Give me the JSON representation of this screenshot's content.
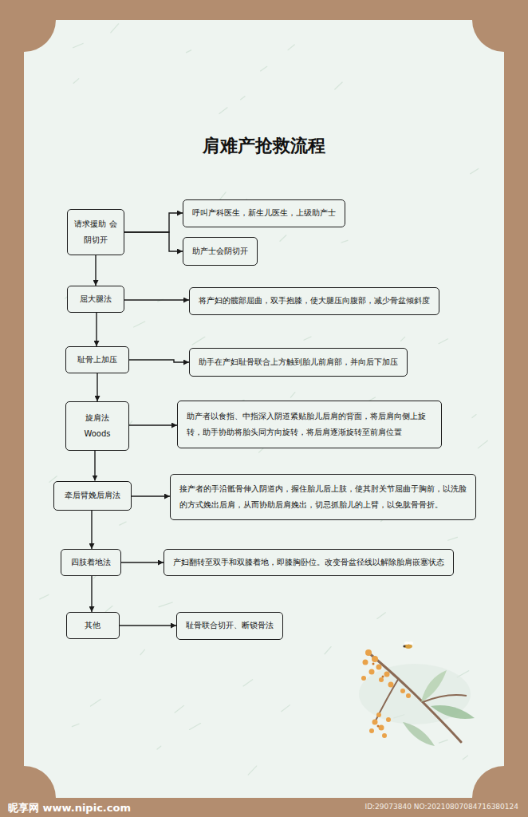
{
  "diagram": {
    "title": "肩难产抢救流程",
    "nodes": [
      {
        "text": [
          "请求援助 会阴切开"
        ]
      },
      {
        "text": [
          "呼叫产科医生，新生儿医生，上级助产士"
        ]
      },
      {
        "text": [
          "助产士会阴切开"
        ]
      },
      {
        "text": [
          "屈大腿法"
        ]
      },
      {
        "text": [
          "将产妇的髋部屈曲，双手抱膝，使大腿压向腹部，减少骨盆倾斜度"
        ]
      },
      {
        "text": [
          "耻骨上加压"
        ]
      },
      {
        "text": [
          "助手在产妇耻骨联合上方触到胎儿前肩部，并向后下加压"
        ]
      },
      {
        "text": [
          "旋肩法 Woods"
        ]
      },
      {
        "text": [
          "助产者以食指、中指深入阴道紧贴胎儿后肩的背面，将后肩向侧上旋转，助手协助将胎头同方向旋转，将后肩逐渐旋转至前肩位置"
        ]
      },
      {
        "text": [
          "牵后臂娩后肩法"
        ]
      },
      {
        "text": [
          "接产者的手沿骶骨伸入阴道内，握住胎儿后上肢，使其肘关节屈曲于胸前，以洗脸的方式娩出后肩，从而协助后肩娩出，切忌抓胎儿的上臂，以免肱骨骨折。"
        ]
      },
      {
        "text": [
          "四肢着地法"
        ]
      },
      {
        "text": [
          "产妇翻转至双手和双膝着地，即膝胸卧位。改变骨盆径线以解除胎肩嵌塞状态"
        ]
      },
      {
        "text": [
          "其他"
        ]
      },
      {
        "text": [
          "耻骨联合切开、断锁骨法"
        ]
      }
    ],
    "edges": [
      {
        "from": 0,
        "to": 1,
        "arrow": "to"
      },
      {
        "from": 0,
        "to": 2,
        "arrow": "to"
      },
      {
        "from": 0,
        "to": 3,
        "arrow": "to"
      },
      {
        "from": 3,
        "to": 4,
        "arrow": "to"
      },
      {
        "from": 3,
        "to": 5,
        "arrow": "to"
      },
      {
        "from": 5,
        "to": 6,
        "arrow": "to"
      },
      {
        "from": 5,
        "to": 7,
        "arrow": "to"
      },
      {
        "from": 7,
        "to": 8,
        "arrow": "to"
      },
      {
        "from": 7,
        "to": 9,
        "arrow": "to"
      },
      {
        "from": 9,
        "to": 10,
        "arrow": "to"
      },
      {
        "from": 9,
        "to": 11,
        "arrow": "to"
      },
      {
        "from": 11,
        "to": 12,
        "arrow": "to"
      },
      {
        "from": 11,
        "to": 13,
        "arrow": "to"
      },
      {
        "from": 13,
        "to": 14,
        "arrow": "to"
      }
    ],
    "labels": [
      "昵享网 www.nipic.com",
      "ID:29073840 NO:20210807084716380124"
    ]
  }
}
